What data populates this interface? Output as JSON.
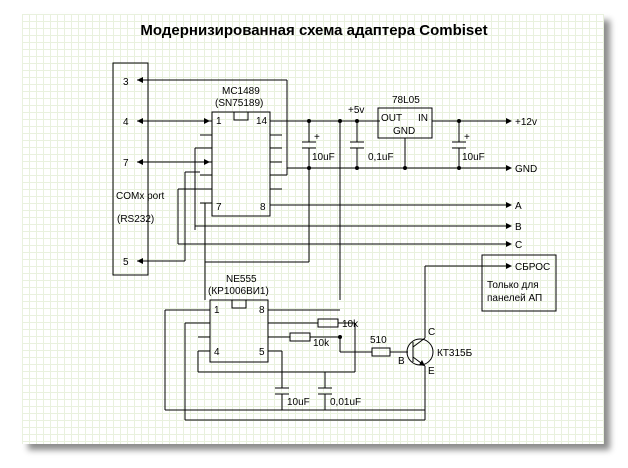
{
  "title": "Модернизированная схема адаптера Combiset",
  "com_port": {
    "label1": "COMx port",
    "label2": "(RS232)",
    "pins": [
      "3",
      "4",
      "7",
      "5"
    ]
  },
  "mc1489": {
    "name": "MC1489",
    "alt": "(SN75189)",
    "pins": {
      "p1": "1",
      "p14": "14",
      "p7": "7",
      "p8": "8"
    }
  },
  "regulator": {
    "name": "78L05",
    "out": "OUT",
    "in": "IN",
    "gnd": "GND"
  },
  "rails": {
    "plus5": "+5v",
    "plus12": "+12v",
    "gnd": "GND"
  },
  "capacitors": {
    "c1": "10uF",
    "c2": "0,1uF",
    "c3": "10uF",
    "c4": "10uF",
    "c5": "0,01uF",
    "plus": "+"
  },
  "outputs": [
    "A",
    "B",
    "C"
  ],
  "ne555": {
    "name": "NE555",
    "alt": "(КР1006ВИ1)",
    "pins": {
      "p1": "1",
      "p8": "8",
      "p4": "4",
      "p5": "5"
    }
  },
  "resistors": {
    "r1": "10k",
    "r2": "10k",
    "r3": "510"
  },
  "transistor": {
    "name": "КТ315Б",
    "c": "C",
    "b": "B",
    "e": "E"
  },
  "reset_box": {
    "title": "СБРОС",
    "line1": "Только для",
    "line2": "панелей АП"
  }
}
